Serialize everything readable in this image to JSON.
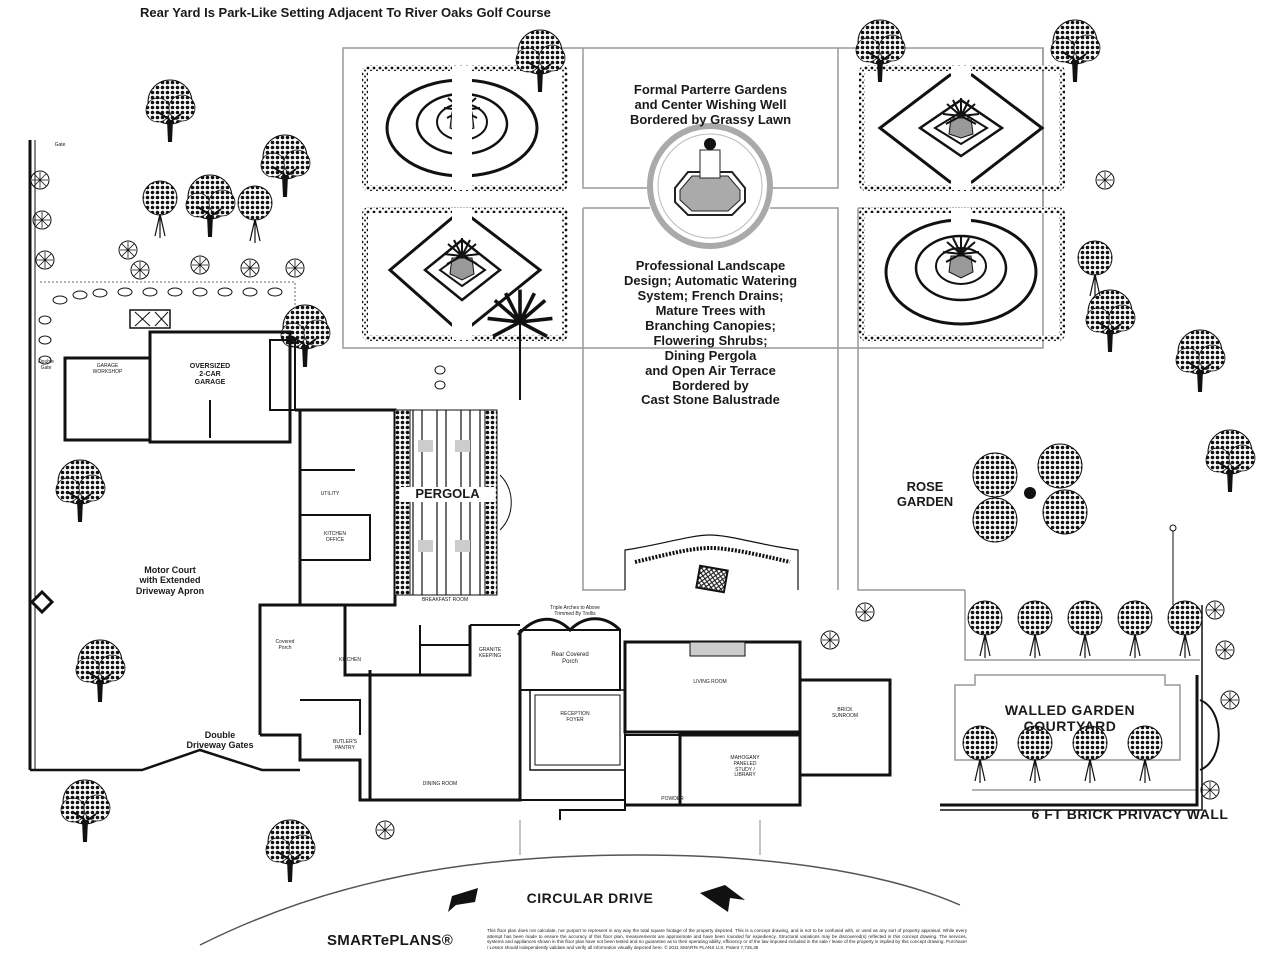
{
  "title": "Rear Yard Is Park-Like Setting Adjacent To River Oaks Golf Course",
  "labels": {
    "parterre": "Formal Parterre Gardens\nand Center Wishing Well\nBordered by Grassy Lawn",
    "landscape": "Professional Landscape\nDesign; Automatic Watering\nSystem; French Drains;\nMature Trees with\nBranching Canopies;\nFlowering Shrubs;\nDining Pergola\nand Open Air Terrace\nBordered by\nCast Stone Balustrade",
    "rose_garden": "ROSE\nGARDEN",
    "walled_garden": "WALLED GARDEN\nCOURTYARD",
    "privacy_wall": "6 FT BRICK PRIVACY WALL",
    "motor_court": "Motor Court\nwith Extended\nDriveway Apron",
    "driveway_gates": "Double\nDriveway Gates",
    "circular_drive": "CIRCULAR DRIVE",
    "pergola": "PERGOLA",
    "garage": "OVERSIZED\n2-CAR\nGARAGE",
    "garage_workshop": "GARAGE\nWORKSHOP",
    "utility": "UTILITY",
    "kitchen_office": "KITCHEN\nOFFICE",
    "kitchen": "KITCHEN",
    "butlers_pantry": "BUTLER'S\nPANTRY",
    "breakfast_room": "BREAKFAST ROOM",
    "granite_keeping": "GRANITE\nKEEPING",
    "rear_covered_porch": "Rear Covered\nPorch",
    "reception_foyer": "RECEPTION\nFOYER",
    "living_room": "LIVING ROOM",
    "dining_room": "DINING ROOM",
    "mahogany_library": "MAHOGANY\nPANELED\nSTUDY /\nLIBRARY",
    "brick_sunroom": "BRICK\nSUNROOM",
    "powder": "POWDER",
    "covered_porch": "Covered\nPorch",
    "double_gate": "Double\nGate",
    "gate": "Gate",
    "triple_arches": "Triple Arches to Above\nTrimmed By Trellis"
  },
  "footer": {
    "logo": "SMARTePLANS®",
    "disclaimer": "This floor plan does not calculate, nor purport to represent in any way the total square footage of the property depicted. This is a concept drawing, and is not to be confused with, or used as any sort of property appraisal. While every attempt has been made to ensure the accuracy of this floor plan, measurements are approximate and have been rounded for expediency. Structural variations may be discovered(s) reflected in this concept drawing. The services, systems and appliances shown in this floor plan have not been tested and no guarantee as to their operating ability, efficiency or of the law imposed included in the sale / lease of the property is implied by this concept drawing. Purchaser / Lessor should independently validate and verify all information visually depicted here. © 2011 SMARTe PLANS    U.S. Patent 7,725,36"
  }
}
